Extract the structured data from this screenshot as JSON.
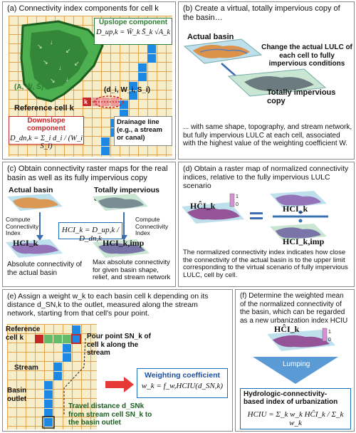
{
  "panel_a": {
    "title": "(a) Connectivity index components for cell k",
    "upslope_label": "Upslope component",
    "upslope_formula": "D_up,k = W̄_k S̄_k √A_k",
    "aws_label": "(A, W̄, S̄)",
    "dws_label": "(d_i, W_i, S_i)",
    "reference_label": "Reference cell k",
    "reference_marker": "k",
    "downslope_label": "Downslope component",
    "downslope_formula": "D_dn,k = Σ_i d_i / (W_i S_i)",
    "drainage_label": "Drainage line (e.g., a stream or canal)"
  },
  "panel_b": {
    "title": "(b) Create a virtual, totally impervious copy of the basin…",
    "actual_basin": "Actual basin",
    "change_text": "Change the actual LULC of each cell to fully impervious conditions",
    "impervious_copy": "Totally impervious copy",
    "description": "... with same shape, topography, and stream network, but fully impervious LULC at each cell, associated with the highest value of the weighting coefficient W."
  },
  "panel_c": {
    "title": "(c) Obtain connectivity raster maps for the real basin as well as its fully impervious copy",
    "actual_basin": "Actual basin",
    "impervious_copy": "Totally impervious copy",
    "compute_left": "Compute Connectivity Index",
    "compute_right": "Compute Connectivity Index",
    "formula": "HCI_k = D_up,k / D_dn,k",
    "hci_label": "HCI_k",
    "hci_imp_label": "HCI_k,imp",
    "absolute_text": "Absolute connectivity of the actual basin",
    "max_text": "Max absolute connectivity for given basin shape, relief, and stream network"
  },
  "panel_d": {
    "title": "(d) Obtain a raster map of normalized connectivity indices, relative to the fully impervious LULC scenario",
    "hci_hat": "HĈI_k",
    "hci_k": "HCI_k",
    "hci_imp": "HCI_k,imp",
    "description": "The normalized connectivity index indicates how close the connectivity of the actual basin is to the upper limit corresponding to the virtual scenario of fully impervious LULC, cell by cell.",
    "legend_hi": "1",
    "legend_lo": "0"
  },
  "panel_e": {
    "title": "(e) Assign a weight w_k to each basin cell k depending on its distance d_SN,k to the outlet, measured along the stream network, starting from that cell's pour point.",
    "reference_label": "Reference cell k",
    "pour_point": "Pour point SN_k of cell k along the stream",
    "stream_label": "Stream",
    "basin_outlet": "Basin outlet",
    "travel_distance": "Travel distance d_SNk from stream cell SN_k to the basin outlet",
    "weighting_label": "Weighting coefficient",
    "weighting_formula": "w_k = f_w,HCIU(d_SN,k)"
  },
  "panel_f": {
    "title": "(f) Determine the weighted mean of the normalized connectivity of the basin, which can be regarded as a new urbanization index HCIU",
    "hci_hat": "HĈI_k",
    "lumping": "Lumping",
    "index_title": "Hydrologic-connectivity-based index of urbanization",
    "hciu_formula": "HCIU = Σ_k w_k HĈI_k / Σ_k w_k",
    "legend_hi": "1",
    "legend_lo": "0"
  },
  "colors": {
    "grid_line": "#e3a24c",
    "grid_fill": "#f7edc9",
    "upslope_green": "#2e7d32",
    "downslope_red": "#c62828",
    "stream_blue": "#1e88e5",
    "arrow_red": "#e53935",
    "formula_border": "#1e6fb8",
    "lumping_blue": "#5b9bd5"
  }
}
